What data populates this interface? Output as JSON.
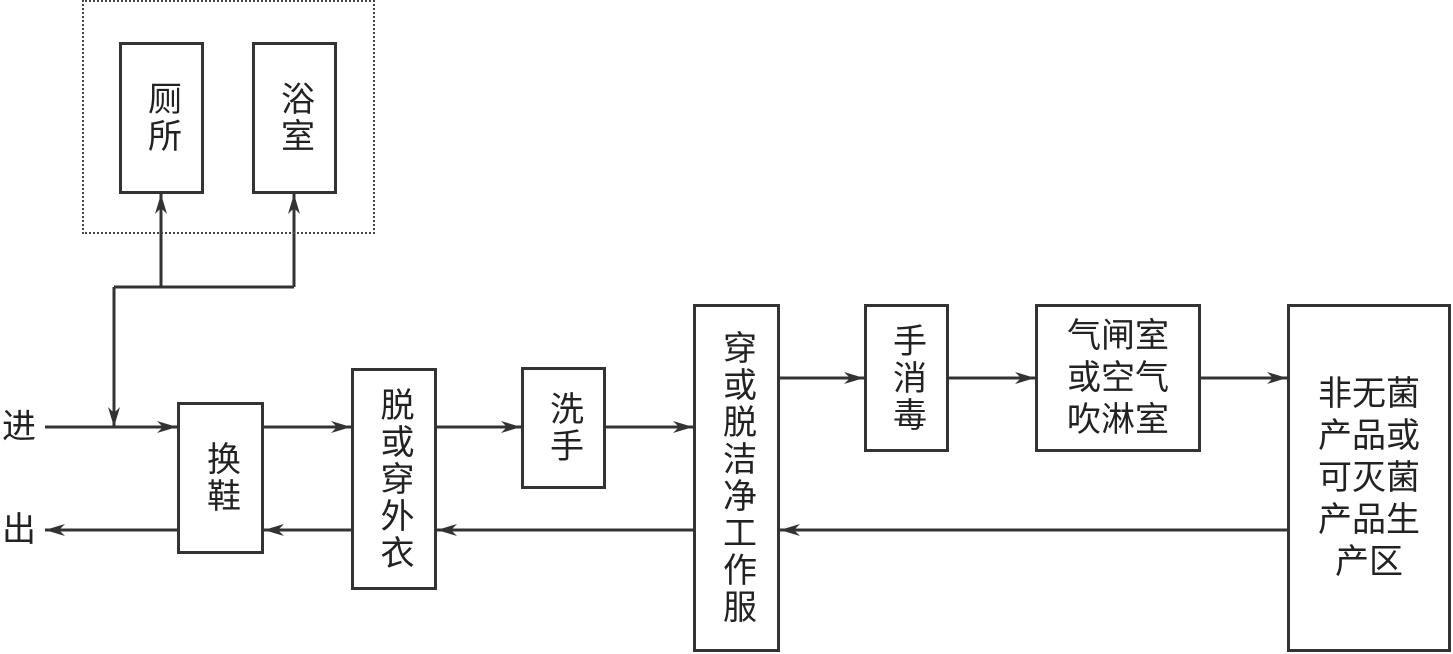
{
  "nodes": {
    "toilet": "厕所",
    "bathroom": "浴室",
    "change_shoes": "换鞋",
    "coat": "脱或穿外衣",
    "wash_hands": "洗手",
    "clean_clothes": "穿或脱洁净工作服",
    "hand_disinfect": "手消毒",
    "air_lock": "气闸室\n或空气\n吹淋室",
    "production_area": "非无菌\n产品或\n可灭菌\n产品生\n产区"
  },
  "labels": {
    "enter": "进",
    "exit": "出"
  },
  "colors": {
    "line": "#333333",
    "dotted_border": "#444444"
  }
}
